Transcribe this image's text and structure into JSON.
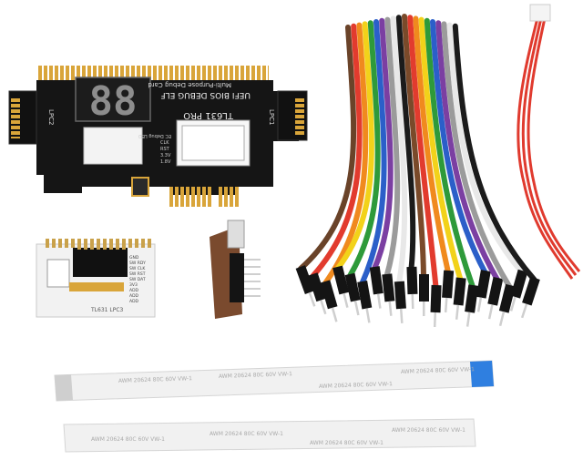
{
  "image": {
    "background": "#ffffff",
    "pcb_color": "#151515",
    "gold_color": "#d9a53a",
    "display_digits": "88",
    "main_card": {
      "title_line1": "Multi-Purpose Debug Card",
      "title_line2": "UEFI BIOS DEBUG ELF",
      "model": "TL631 PRO",
      "label_lpc2": "LPC2",
      "label_lpc1": "LPC1",
      "led_label": "EC Debug LED",
      "led_labels": [
        "CLK",
        "RST",
        "3.3V",
        "1.8V"
      ]
    },
    "mini_card": {
      "model": "TL631 LPC3",
      "labels": [
        "GND",
        "SW RDY",
        "SW CLK",
        "SW RST",
        "SW DAT",
        "3V3",
        "ADD",
        "ADD",
        "ADD"
      ]
    },
    "wires": {
      "colors": [
        "#6a4329",
        "#e23b2e",
        "#f08a1e",
        "#f2d21a",
        "#2e9a3a",
        "#2b5fc9",
        "#7b3fa2",
        "#9b9b9b",
        "#f1f1f1",
        "#1b1b1b",
        "#7a4a2a",
        "#e23b2e",
        "#f08a1e",
        "#f2d21a",
        "#2e9a3a",
        "#2b5fc9",
        "#7b3fa2",
        "#9b9b9b",
        "#f1f1f1",
        "#1b1b1b"
      ]
    },
    "ffc_cable_1": {
      "text": [
        "AWM 20624 80C 60V VW-1",
        "AWM 20624 80C 60V VW-1",
        "AWM 20624 80C 60V VW-1",
        "AWM 20624 80C 60V VW-1"
      ]
    },
    "ffc_cable_2": {
      "text": [
        "AWM 20624 80C 60V VW-1",
        "AWM 20624 80C 60V VW-1",
        "AWM 20624 80C 60V VW-1",
        "AWM 20624 80C 60V VW-1"
      ]
    },
    "accent_blue": "#2f7fe0"
  }
}
